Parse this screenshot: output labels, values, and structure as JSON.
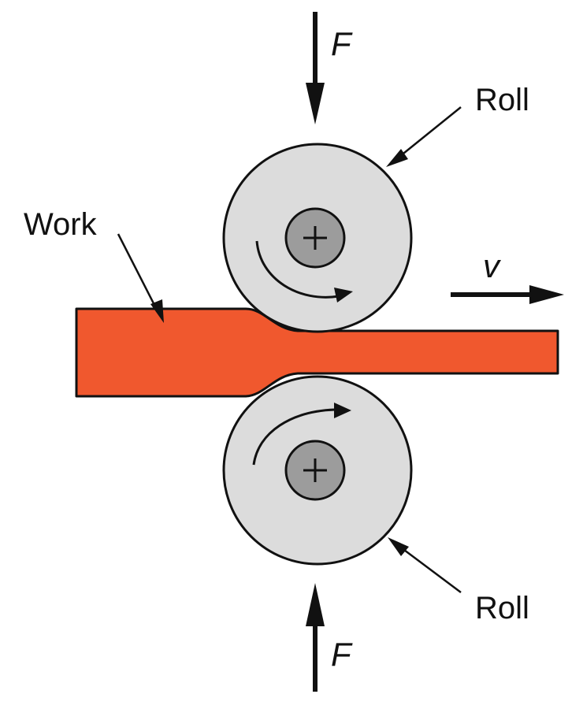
{
  "labels": {
    "force_top": "F",
    "force_bottom": "F",
    "roll_top": "Roll",
    "roll_bottom": "Roll",
    "work": "Work",
    "velocity": "v"
  },
  "colors": {
    "work_fill": "#f0582e",
    "roll_fill": "#dcdcdc",
    "hub_fill": "#9c9c9c",
    "outline": "#111111",
    "background": "#ffffff"
  },
  "icons": {
    "roll_axle": "plus-icon",
    "rotation": "curved-arrow-icon",
    "force": "arrow-icon"
  }
}
